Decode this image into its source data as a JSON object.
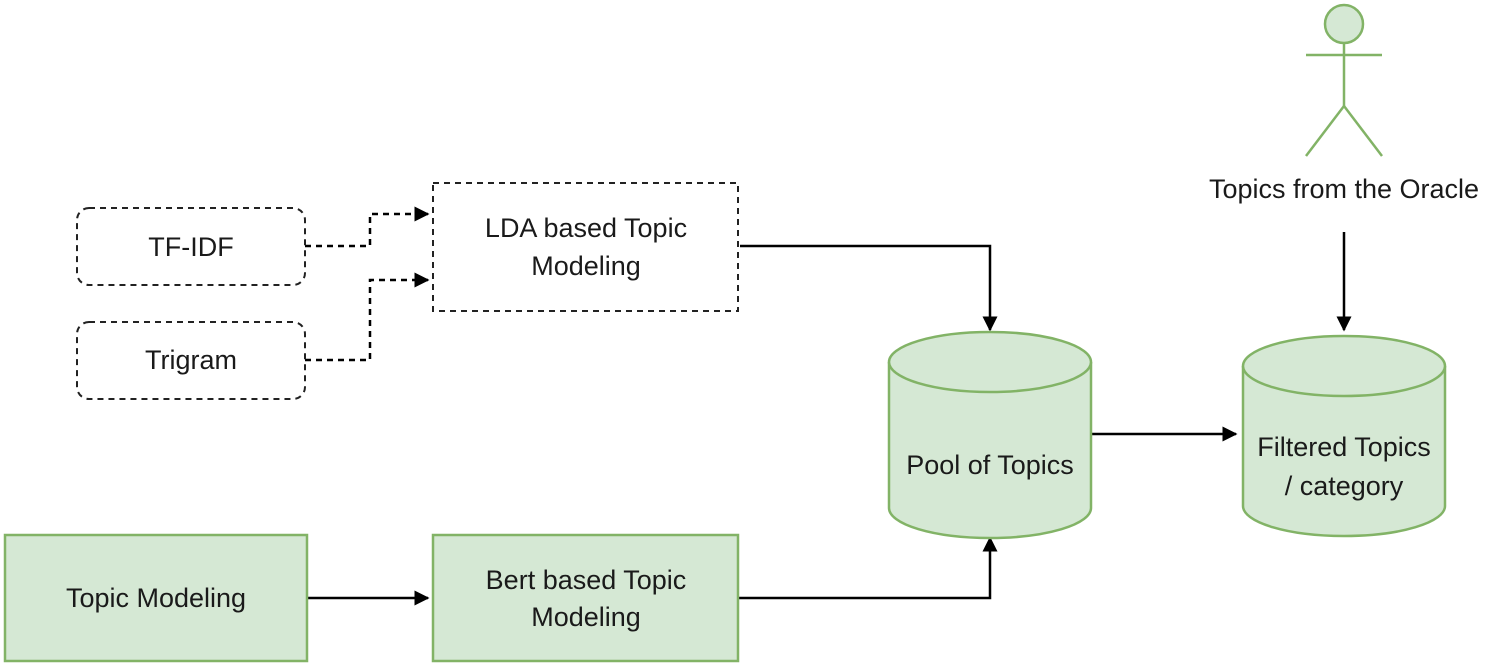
{
  "diagram": {
    "nodes": {
      "tfidf": {
        "label": "TF-IDF",
        "style": "dashed-rounded"
      },
      "trigram": {
        "label": "Trigram",
        "style": "dashed-rounded"
      },
      "lda": {
        "label_line1": "LDA based Topic",
        "label_line2": "Modeling",
        "style": "dashed"
      },
      "topic_modeling": {
        "label": "Topic Modeling",
        "style": "green-box"
      },
      "bert": {
        "label_line1": "Bert based Topic",
        "label_line2": "Modeling",
        "style": "green-box"
      },
      "pool": {
        "label": "Pool of Topics",
        "style": "cylinder"
      },
      "filtered": {
        "label_line1": "Filtered Topics",
        "label_line2": "/ category",
        "style": "cylinder"
      },
      "oracle": {
        "label": "Topics from the Oracle",
        "style": "actor"
      }
    },
    "edges": [
      {
        "from": "tfidf",
        "to": "lda",
        "style": "dashed"
      },
      {
        "from": "trigram",
        "to": "lda",
        "style": "dashed"
      },
      {
        "from": "lda",
        "to": "pool",
        "style": "solid"
      },
      {
        "from": "topic_modeling",
        "to": "bert",
        "style": "solid"
      },
      {
        "from": "bert",
        "to": "pool",
        "style": "solid"
      },
      {
        "from": "pool",
        "to": "filtered",
        "style": "solid"
      },
      {
        "from": "oracle",
        "to": "filtered",
        "style": "solid"
      }
    ],
    "colors": {
      "fill": "#d5e8d4",
      "stroke": "#82b366",
      "line": "#000000",
      "dashed_stroke": "#222222"
    }
  }
}
